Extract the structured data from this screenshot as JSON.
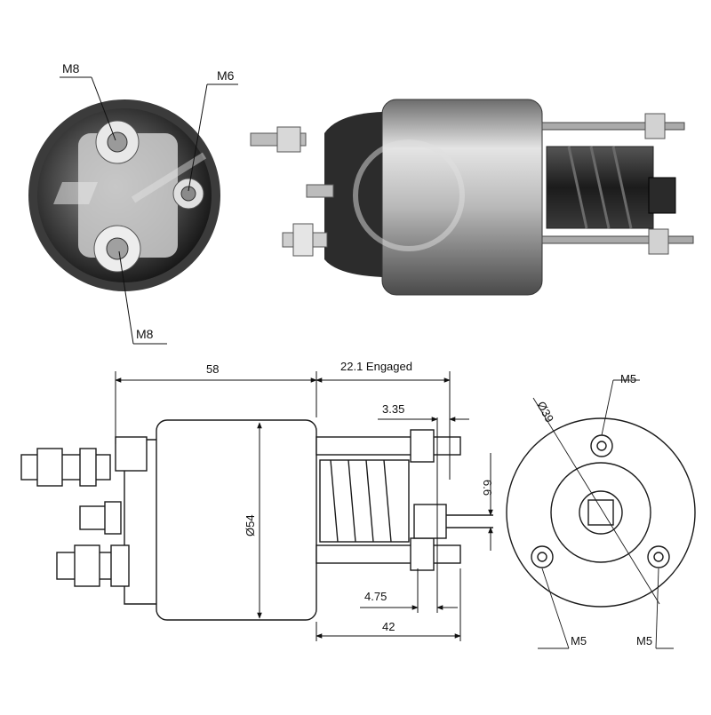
{
  "photo_labels": {
    "end_terminal_top": "M8",
    "end_terminal_small": "M6",
    "end_terminal_bottom": "M8"
  },
  "side_dimensions": {
    "body_length": "58",
    "stroke": "22.1 Engaged",
    "gap": "3.35",
    "plunger_height": "6.6",
    "body_diameter": "Ø54",
    "shoulder": "4.75",
    "rear_length": "42"
  },
  "rear_dimensions": {
    "pcd": "Ø39",
    "bolt_top": "M5",
    "bolt_left": "M5",
    "bolt_right": "M5"
  },
  "colors": {
    "line": "#1a1a1a",
    "metal_dark": "#2a2a2a",
    "metal_mid": "#8a8a8a",
    "metal_light": "#d9d9d9"
  }
}
